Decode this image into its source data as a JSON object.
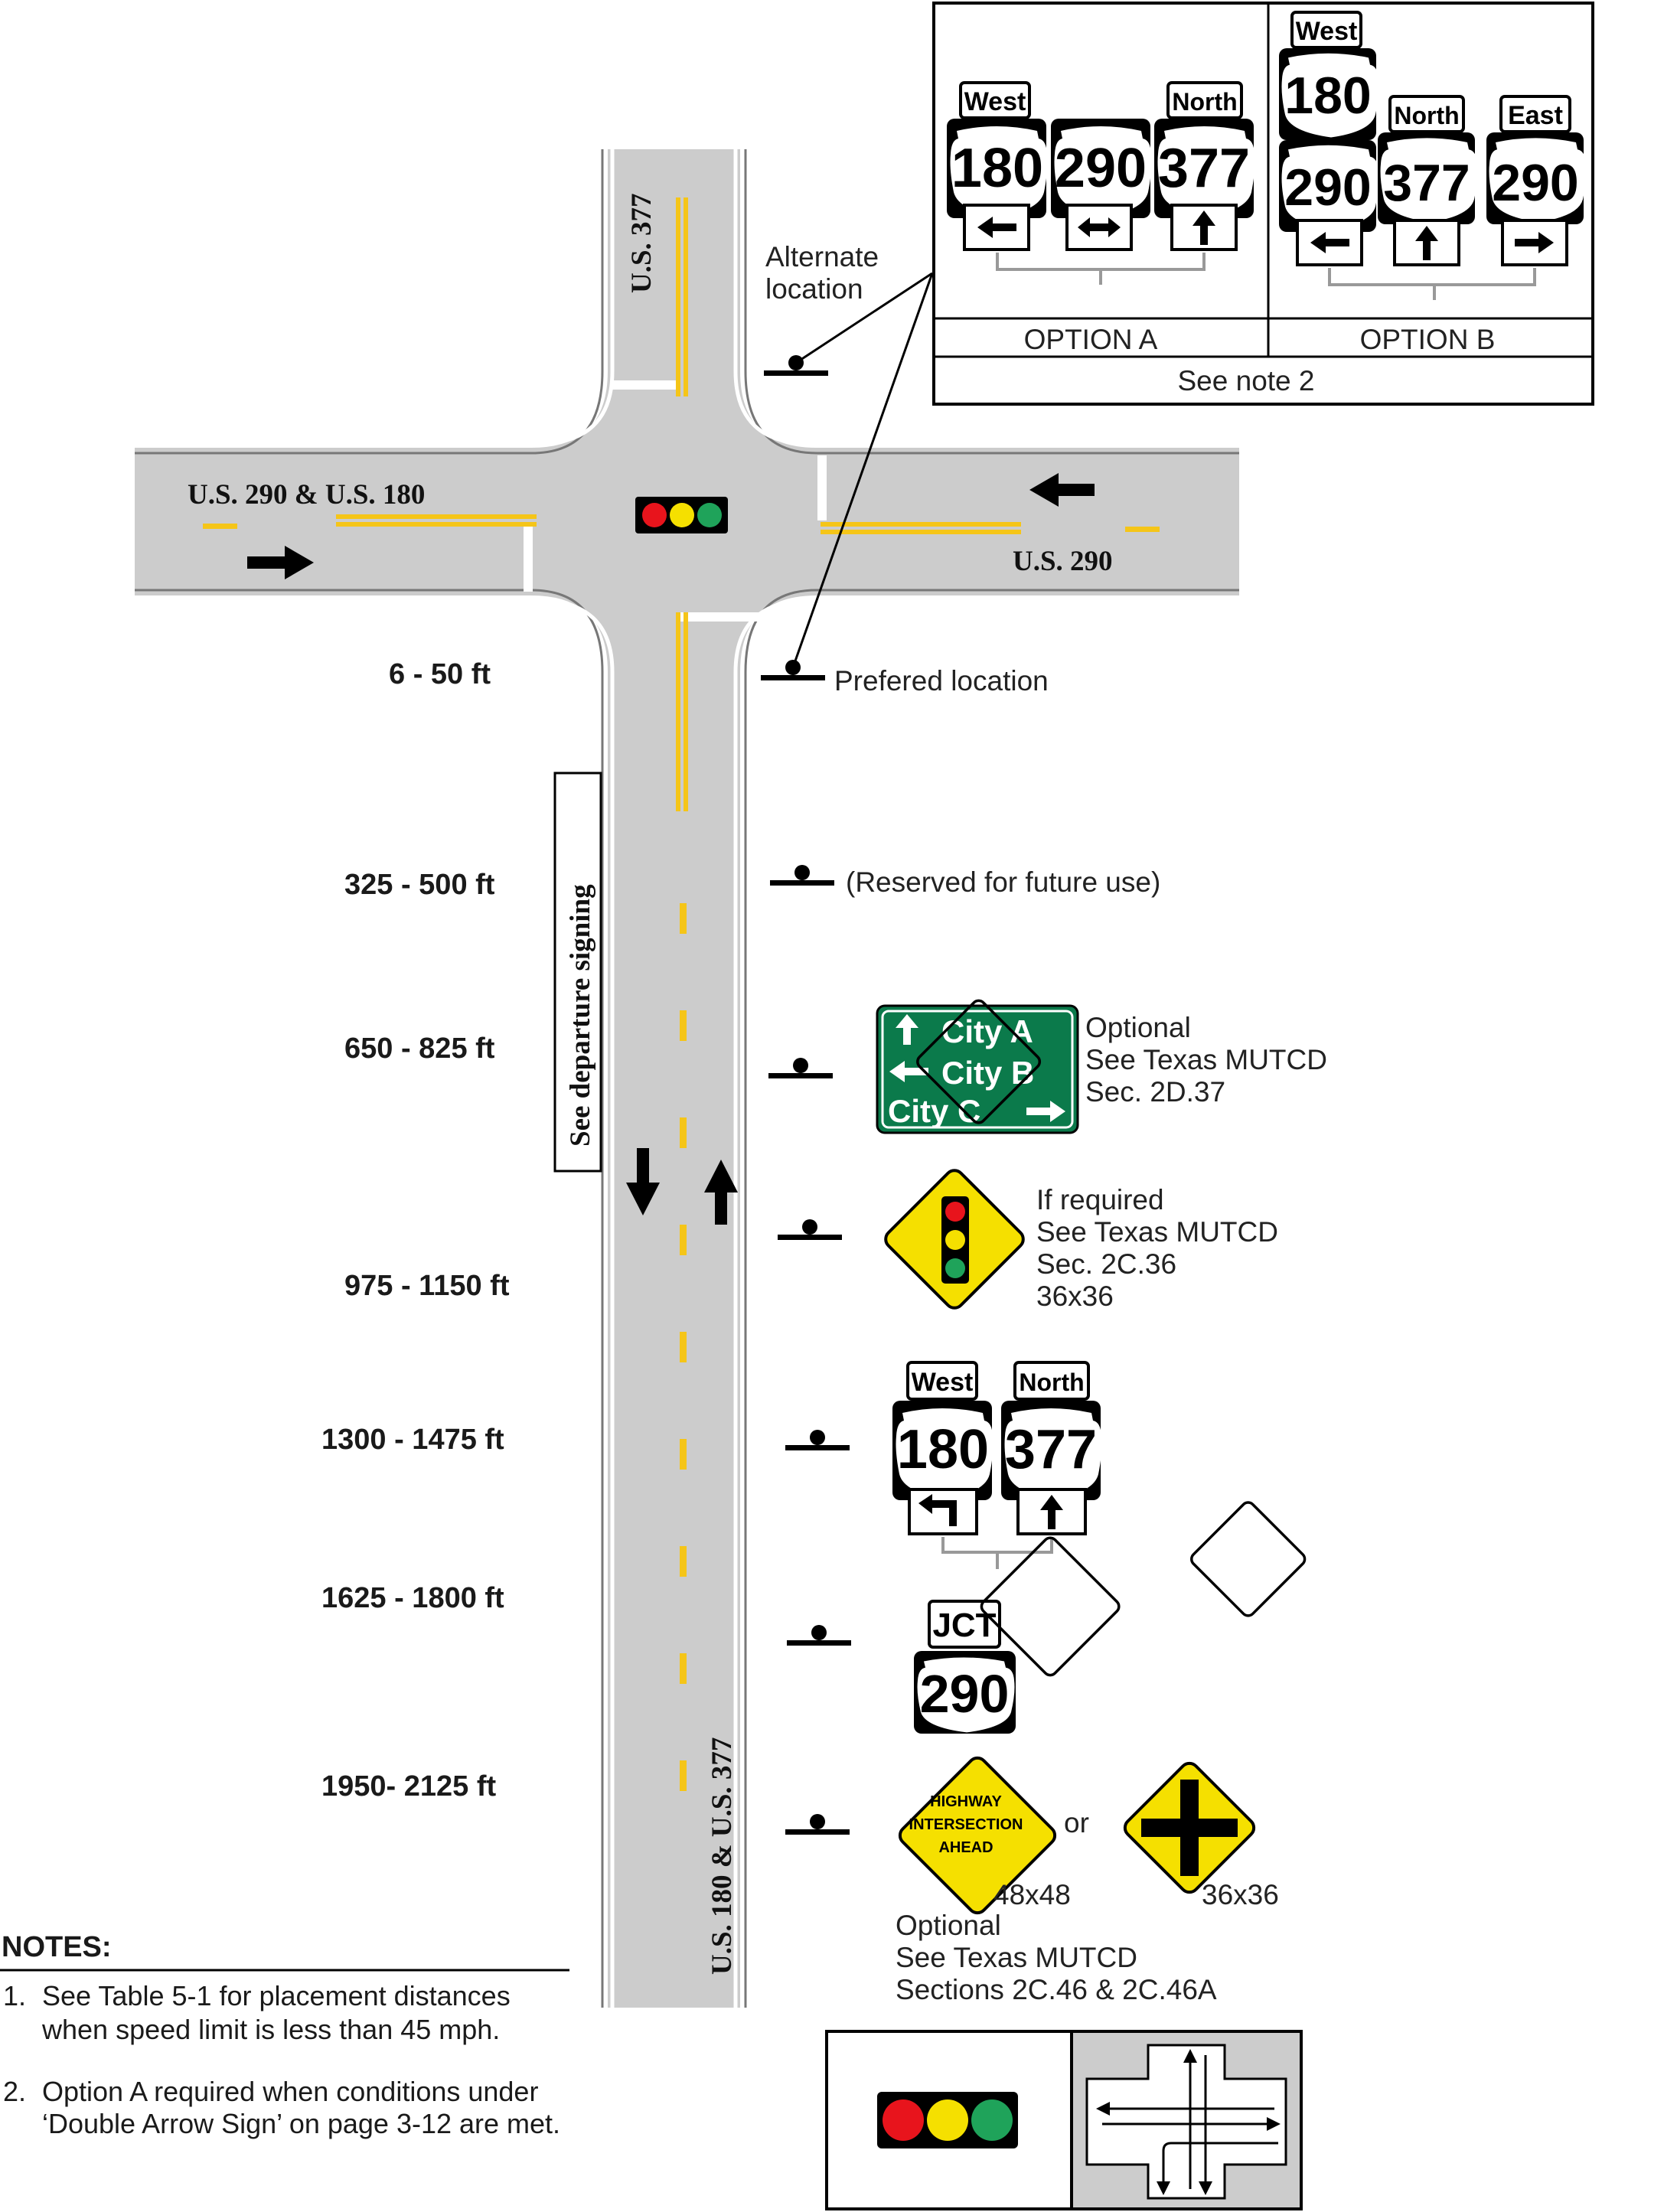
{
  "roads": {
    "north_leg": "U.S. 377",
    "west_leg": "U.S. 290 & U.S. 180",
    "east_leg": "U.S. 290",
    "south_leg": "U.S. 180 & U.S. 377"
  },
  "departure_note": "See departure signing",
  "location_labels": {
    "alternate_line1": "Alternate",
    "alternate_line2": "location",
    "preferred": "Prefered location",
    "reserved": "(Reserved for future use)"
  },
  "distances": [
    "6 - 50 ft",
    "325 - 500 ft",
    "650 - 825 ft",
    "975 - 1150 ft",
    "1300 - 1475 ft",
    "1625 - 1800 ft",
    "1950-  2125 ft"
  ],
  "inset": {
    "option_a_label": "OPTION A",
    "option_b_label": "OPTION B",
    "see_note": "See note 2",
    "option_a": [
      {
        "cardinal": "West",
        "route": "180",
        "arrow": "left"
      },
      {
        "cardinal": "",
        "route": "290",
        "arrow": "left-right"
      },
      {
        "cardinal": "North",
        "route": "377",
        "arrow": "up"
      }
    ],
    "option_b": [
      {
        "cardinal": "West",
        "route": "180",
        "arrow": ""
      },
      {
        "cardinal": "",
        "route": "290",
        "arrow": "left"
      },
      {
        "cardinal": "North",
        "route": "377",
        "arrow": "up"
      },
      {
        "cardinal": "East",
        "route": "290",
        "arrow": "right"
      }
    ]
  },
  "guide_sign": {
    "line1": "City  A",
    "line2": "City  B",
    "line3": "City  C",
    "color": "#0b7a4b",
    "note_lines": [
      "Optional",
      "See Texas MUTCD",
      "Sec. 2D.37"
    ]
  },
  "signal_ahead": {
    "note_lines": [
      "If required",
      "See Texas MUTCD",
      "Sec. 2C.36",
      "36x36"
    ]
  },
  "advance_route": [
    {
      "cardinal": "West",
      "route": "180",
      "arrow": "turn-left"
    },
    {
      "cardinal": "North",
      "route": "377",
      "arrow": "up"
    }
  ],
  "junction": {
    "jct": "JCT",
    "route": "290"
  },
  "intersection_ahead": {
    "line1": "HIGHWAY",
    "line2": "INTERSECTION",
    "line3": "AHEAD",
    "size1": "48x48",
    "connector": "or",
    "size2": "36x36",
    "note_lines": [
      "Optional",
      "See Texas MUTCD",
      "Sections 2C.46 & 2C.46A"
    ]
  },
  "notes": {
    "heading": "NOTES:",
    "items": [
      {
        "num": "1.",
        "lines": [
          "See Table 5-1 for placement distances",
          "when speed limit is less than 45 mph."
        ]
      },
      {
        "num": "2.",
        "lines": [
          "Option A required when conditions under",
          "‘Double Arrow Sign’ on page 3-12 are met."
        ]
      }
    ]
  },
  "colors": {
    "pavement": "#cccccc",
    "yellow_line": "#f5c518",
    "warning": "#f5e000",
    "red": "#e8141c",
    "yellow": "#f5e000",
    "green": "#1fa35a"
  }
}
